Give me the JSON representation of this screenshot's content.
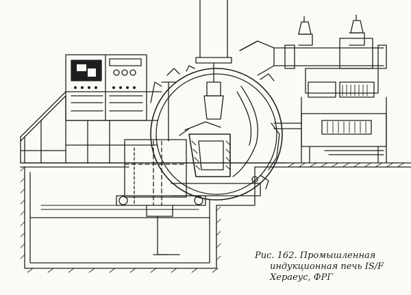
{
  "figure": {
    "caption": {
      "line1": "Рис.  162. Промышленная",
      "line2": "индукционная печь IS/F",
      "line3": "Хераеус, ФРГ"
    },
    "colors": {
      "ink": "#1f1f1f",
      "paper": "#fbfaf6"
    },
    "components": [
      "control-cabinet",
      "operator-platform",
      "furnace-chamber",
      "crucible",
      "exhaust-stack",
      "vacuum-pump-unit",
      "foundation-pit"
    ]
  }
}
